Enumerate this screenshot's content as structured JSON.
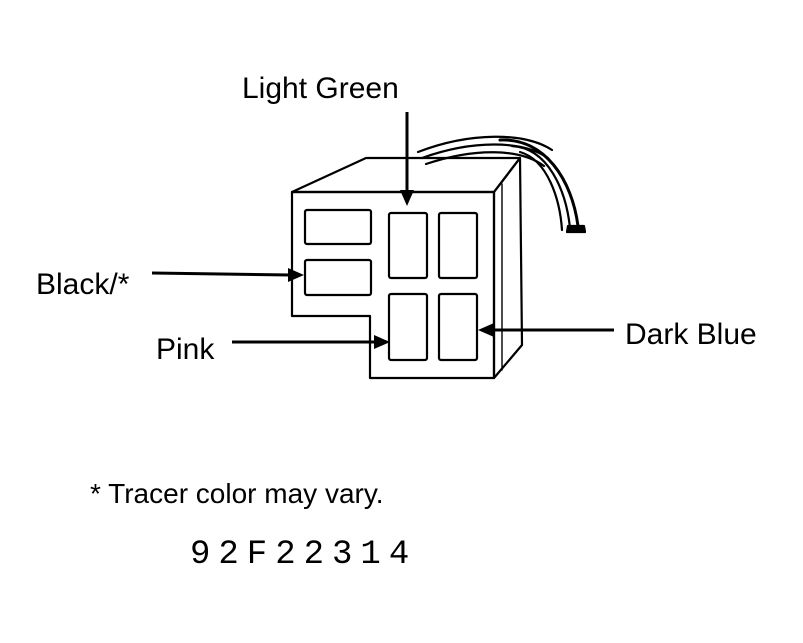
{
  "labels": {
    "light_green": "Light Green",
    "black": "Black/*",
    "pink": "Pink",
    "dark_blue": "Dark Blue"
  },
  "footnote": "*  Tracer color may vary.",
  "figure_id": "92F22314",
  "colors": {
    "ink": "#000000",
    "paper": "#ffffff"
  }
}
